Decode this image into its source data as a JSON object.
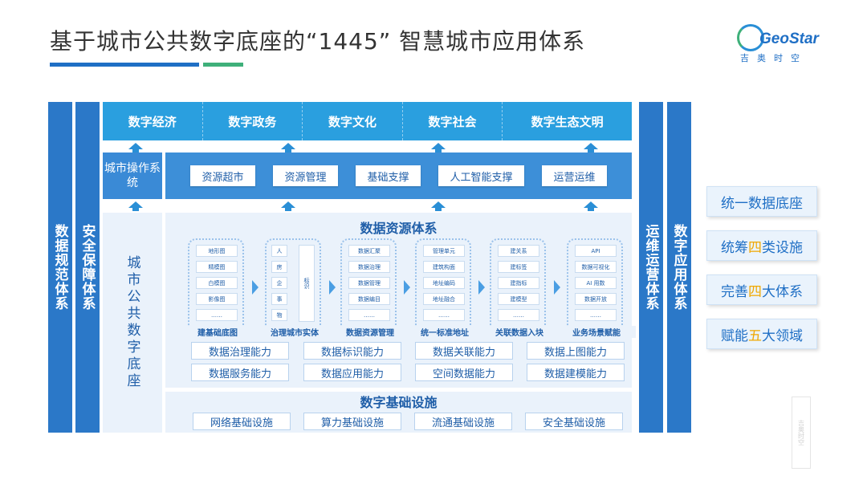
{
  "title": "基于城市公共数字底座的“1445” 智慧城市应用体系",
  "logo": {
    "name": "GeoStar",
    "sub": "吉奥时空"
  },
  "left_columns": [
    "数据规范体系",
    "安全保障体系"
  ],
  "right_columns": [
    "运维运营体系",
    "数字应用体系"
  ],
  "domains": [
    "数字经济",
    "数字政务",
    "数字文化",
    "数字社会",
    "数字生态文明"
  ],
  "os": {
    "label": "城市操作系统",
    "items": [
      "资源超市",
      "资源管理",
      "基础支撑",
      "人工智能支撑",
      "运营运维"
    ]
  },
  "city_base": "城市公共数字底座",
  "data_system": {
    "title": "数据资源体系",
    "stages": [
      {
        "caption": "建基础底图",
        "items": [
          "地形图",
          "精模图",
          "白模图",
          "影像图",
          "……"
        ]
      },
      {
        "caption": "治理城市实体",
        "items": [
          "人",
          "房",
          "企",
          "事",
          "物"
        ],
        "side": "标识"
      },
      {
        "caption": "数据资源管理",
        "items": [
          "数据汇聚",
          "数据治理",
          "数据管理",
          "数据编目",
          "……"
        ]
      },
      {
        "caption": "统一标准地址",
        "items": [
          "管理单元",
          "建筑构面",
          "地址编码",
          "地址融合",
          "……"
        ]
      },
      {
        "caption": "关联数据入块",
        "items": [
          "建关系",
          "建标签",
          "建指标",
          "建模型",
          "……"
        ]
      },
      {
        "caption": "业务场景赋能",
        "items": [
          "API",
          "数据可视化",
          "AI 用数",
          "数据开放",
          "……"
        ]
      }
    ],
    "capabilities": [
      "数据治理能力",
      "数据标识能力",
      "数据关联能力",
      "数据上图能力",
      "数据服务能力",
      "数据应用能力",
      "空间数据能力",
      "数据建模能力"
    ]
  },
  "infrastructure": {
    "title": "数字基础设施",
    "items": [
      "网络基础设施",
      "算力基础设施",
      "流通基础设施",
      "安全基础设施"
    ]
  },
  "summary": [
    {
      "pre": "统一数据底座",
      "hl": "",
      "post": ""
    },
    {
      "pre": "统筹",
      "hl": "四",
      "post": "类设施"
    },
    {
      "pre": "完善",
      "hl": "四",
      "post": "大体系"
    },
    {
      "pre": "赋能",
      "hl": "五",
      "post": "大领域"
    }
  ],
  "watermark": "吉奥时空"
}
